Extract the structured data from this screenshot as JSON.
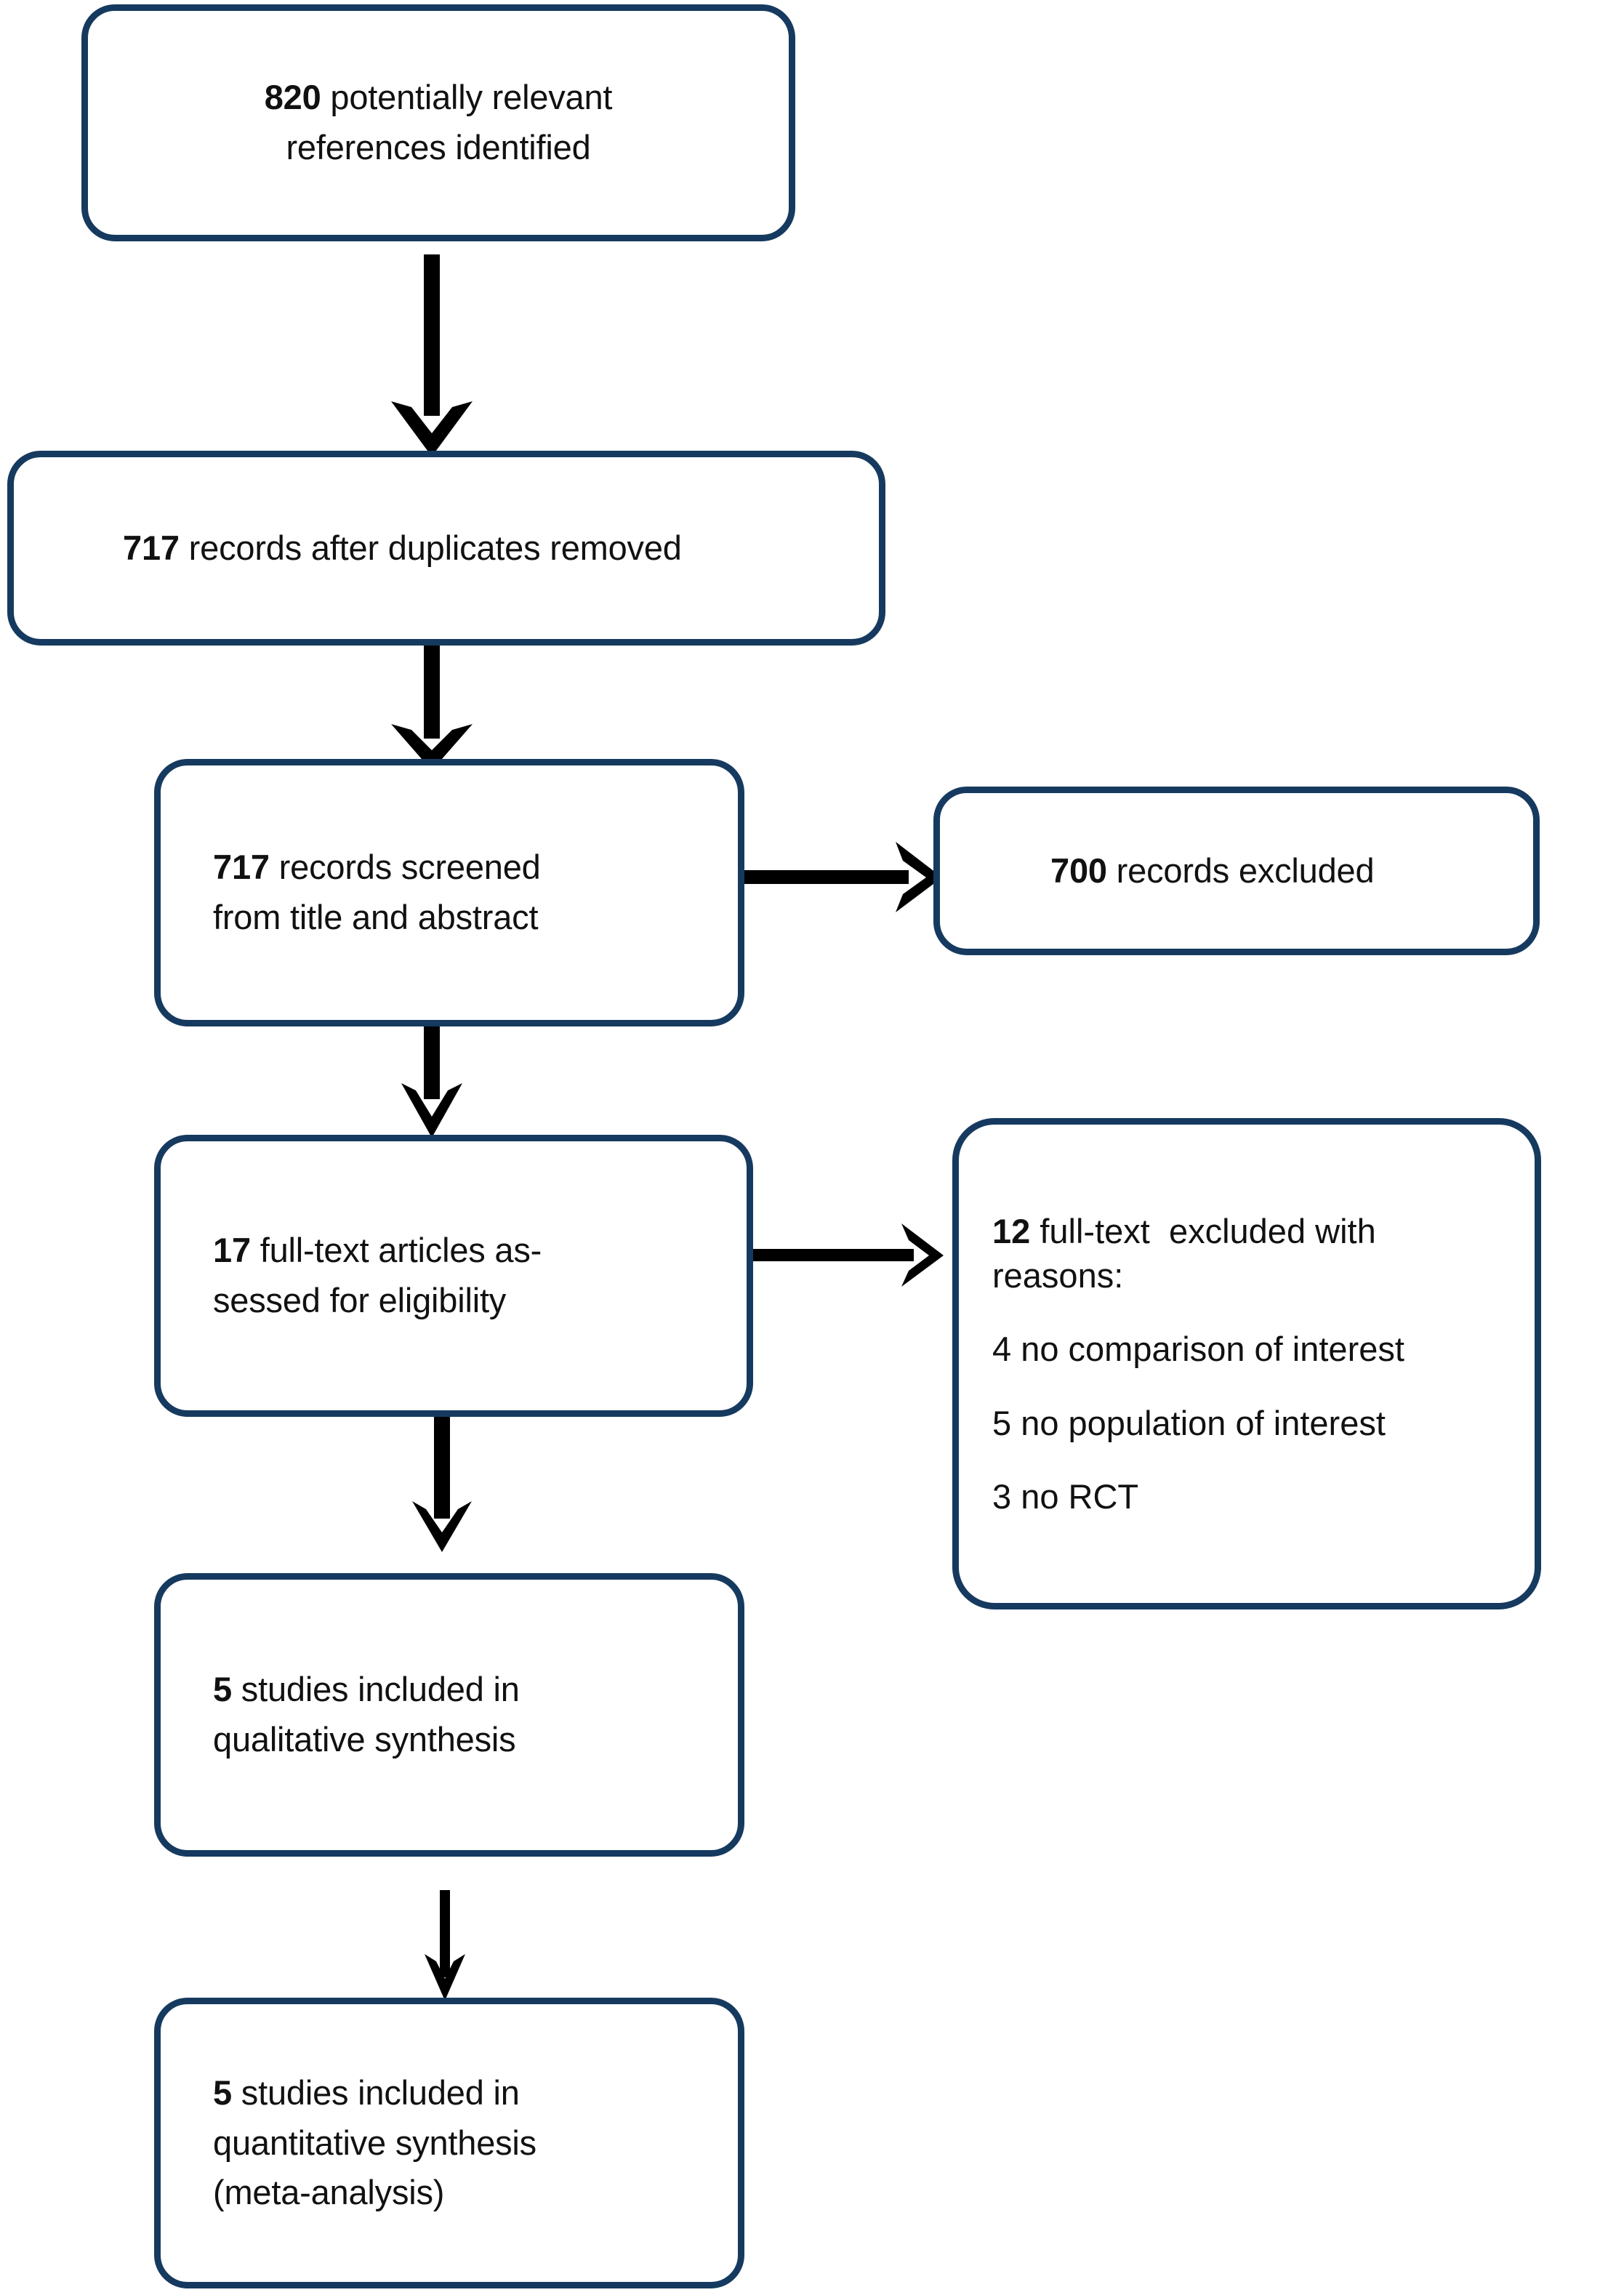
{
  "diagram": {
    "type": "prisma-flow-diagram",
    "accent_color": "#163a5f",
    "arrow_color": "#000000",
    "background": "#ffffff",
    "nodes": {
      "identified": {
        "id": "identified",
        "count": "820",
        "label": "potentially relevant",
        "label_line2": "references identified",
        "text_line1_num": "820",
        "text_line1_rest": " potentially relevant",
        "text_line2": "references identified"
      },
      "deduplicated": {
        "id": "deduplicated",
        "count": "717",
        "text_line1_num": "717",
        "text_line1_rest": " records after duplicates removed"
      },
      "screened": {
        "id": "screened",
        "count": "717",
        "text_line1_num": "717",
        "text_line1_rest": " records screened",
        "text_line2": "from title and abstract"
      },
      "records_excluded": {
        "id": "records-excluded",
        "count": "700",
        "text_line1_num": "700",
        "text_line1_rest": " records excluded"
      },
      "fulltext_assessed": {
        "id": "fulltext-assessed",
        "count": "17",
        "text_line1_num": "17",
        "text_line1_rest": " full-text articles as-",
        "text_line2": "sessed for eligibility"
      },
      "fulltext_excluded": {
        "id": "fulltext-excluded",
        "count": "12",
        "heading_num": "12",
        "heading_rest": " full-text  excluded with",
        "heading_line2": "reasons:",
        "reasons": [
          "4 no comparison of interest",
          "5 no population of interest",
          "3 no RCT"
        ]
      },
      "qualitative": {
        "id": "qualitative-synthesis",
        "count": "5",
        "text_line1_num": "5",
        "text_line1_rest": " studies included in",
        "text_line2": "qualitative synthesis"
      },
      "quantitative": {
        "id": "quantitative-synthesis",
        "count": "5",
        "text_line1_num": "5",
        "text_line1_rest": " studies included in",
        "text_line2": "quantitative synthesis",
        "text_line3": "(meta-analysis)"
      }
    },
    "connectors": [
      {
        "name": "identified-to-deduplicated",
        "direction": "down"
      },
      {
        "name": "deduplicated-to-screened",
        "direction": "down"
      },
      {
        "name": "screened-to-records-excluded",
        "direction": "right"
      },
      {
        "name": "screened-to-fulltext-assessed",
        "direction": "down"
      },
      {
        "name": "fulltext-assessed-to-fulltext-excluded",
        "direction": "right"
      },
      {
        "name": "fulltext-assessed-to-qualitative",
        "direction": "down"
      },
      {
        "name": "qualitative-to-quantitative",
        "direction": "down"
      }
    ]
  }
}
